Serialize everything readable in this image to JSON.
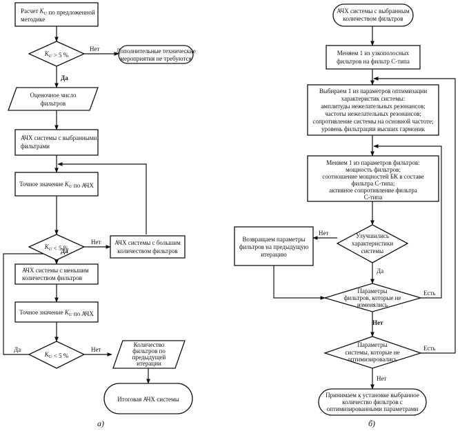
{
  "diagram_a": {
    "caption": "а)",
    "start": [
      "Расчет K_U по предложенной",
      "методике"
    ],
    "dec1": "K_U > 5 %",
    "no_label_1": "Нет",
    "yes_label_1": "Да",
    "end_no_measures": [
      "Дополнительные технические",
      "мероприятия не требуются"
    ],
    "estimate": [
      "Оценочное число",
      "фильтров"
    ],
    "afc_selected": [
      "АЧХ системы с выбранными",
      "фильтрами"
    ],
    "exact_ku_1": "Точное значение K_U по АЧХ",
    "dec2": "K_U < 5 %",
    "no_label_2": "Нет",
    "yes_label_2": "Да",
    "afc_more": [
      "АЧХ системы с большим",
      "количеством фильтров"
    ],
    "afc_fewer": [
      "АЧХ системы с меньшим",
      "количеством фильтров"
    ],
    "exact_ku_2": "Точное значение K_U по АЧХ",
    "dec3": "K_U < 5 %",
    "yes_label_3": "Да",
    "no_label_3": "Нет",
    "prev_count": [
      "Количество",
      "фильтров по",
      "предыдущей",
      "итерации"
    ],
    "final_afc": "Итоговая АЧХ системы"
  },
  "diagram_b": {
    "caption": "б)",
    "start": [
      "АЧХ системы с выбранным",
      "количеством фильтров"
    ],
    "replace": [
      "Меняем 1 из узкополосных",
      "фильтров на фильтр С-типа"
    ],
    "choose_param": [
      "Выбираем 1 из параметров оптимизации",
      "характеристик системы:",
      "амплитуды нежелательных резонансов;",
      "частоты нежелательных резонансов;",
      "сопротивление системы на основной частоте;",
      "уровень фильтрации высших гармоник"
    ],
    "change_param": [
      "Меняем 1 из параметров фильтров:",
      "мощность фильтров;",
      "соотношение мощностей БК в составе",
      "фильтра С-типа;",
      "активное сопротивление фильтра",
      "С-типа"
    ],
    "dec_improved": [
      "Улучшились",
      "характеристики",
      "системы"
    ],
    "no_label_1": "Нет",
    "yes_label_1": "Да",
    "revert": [
      "Возвращаем параметры",
      "фильтров на предыдущую",
      "итерацию"
    ],
    "dec_filters_unchanged": [
      "Параметры",
      "фильтров, которые не",
      "изменялись"
    ],
    "yes_label_2": "Есть",
    "no_label_2": "Нет",
    "dec_system_unoptimized": [
      "Параметры",
      "системы, которые не",
      "оптимизировались"
    ],
    "yes_label_3": "Есть",
    "no_label_3": "Нет",
    "end_accept": [
      "Принимаем к установке выбранное",
      "количество фильтров с",
      "оптимизированными параметрами"
    ]
  }
}
